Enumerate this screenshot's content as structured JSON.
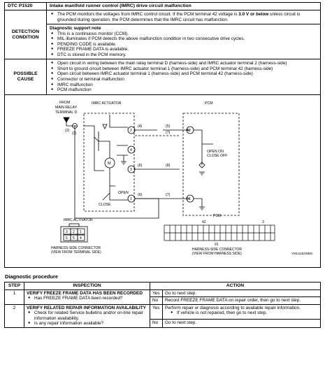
{
  "header": {
    "code": "DTC P1520",
    "title": "Intake manifold runner control (IMRC) drive circuit malfunction"
  },
  "detection": {
    "label_line1": "DETECTION",
    "label_line2": "CONDITION",
    "intro_part1": "The PCM monitors the voltages from IMRC control circuit. If the PCM terminal 42 voltage is ",
    "intro_bold": "3.0 V or below",
    "intro_part2": " unless circuit is grounded during operation, the PCM determines that the IMRC circuit has malfunction.",
    "support_title": "Diagnostic support note",
    "support_items": [
      "This is a continuous monitor (CCM).",
      "MIL illuminates if PCM detects the above malfunction condition in two consecutive drive cycles.",
      "PENDING CODE is available.",
      "FREEZE FRAME DATA is available.",
      "DTC is stored in the PCM memory."
    ]
  },
  "cause": {
    "label_line1": "POSSIBLE",
    "label_line2": "CAUSE",
    "items": [
      "Open circuit in wiring between the main relay terminal D (harness-side) and IMRC actuator terminal 2 (harness-side)",
      "Short to ground circuit between IMRC actuator terminal 1 (harness-side) and PCM terminal 42 (harness-side)",
      "Open circuit between IMRC actuator terminal 1 (harness-side) and PCM terminal 42 (harness-side)",
      "Connector or terminal malfunction",
      "IMRC malfunction",
      "PCM malfunction"
    ]
  },
  "diagram": {
    "from_relay": [
      "FROM",
      "MAIN RELAY",
      "TERMINAL D"
    ],
    "actuator_label": "IMRC ACTUATOR",
    "pcm_label": "PCM",
    "open": "OPEN",
    "close": "CLOSE",
    "open_close_off": [
      "OPEN ON",
      "CLOSE OFF"
    ],
    "m_label": "M",
    "pins_left": [
      "2",
      "4",
      "3",
      "1"
    ],
    "pins_right": [
      "42",
      "91"
    ],
    "wire_nums_left": [
      "(3)",
      "(4)",
      "(6)",
      "(6)"
    ],
    "wire_nums_right": [
      "(5)",
      "(7)",
      "(8)",
      "(7)",
      "(7)"
    ],
    "wire_mid": [
      "(2)",
      "(4)",
      "(8)"
    ],
    "connector_title": "IMRC ACTIVATOR",
    "connector_pins_top": [
      "3",
      "2",
      "1"
    ],
    "connector_pins_bottom": [
      "6",
      "5",
      "4"
    ],
    "connector_caption": [
      "HARNESS-SIDE CONNECTOR",
      "(VIEW FROM TERMINAL SIDE)"
    ],
    "pcm_conn_title": "PCM",
    "pcm_conn_labels": [
      "42",
      "3",
      "91"
    ],
    "pcm_caption": [
      "HARNESS-SIDE CONNECTOR",
      "(VIEW FROM HARNESS SIDE)"
    ],
    "fig_code": "YMU1152WBG"
  },
  "procedure": {
    "title": "Diagnostic procedure",
    "columns": [
      "STEP",
      "INSPECTION",
      "ACTION"
    ],
    "steps": [
      {
        "num": "1",
        "title": "VERIFY FREEZE FRAME DATA HAS BEEN RECORDED",
        "check": "Has FREEZE FRAME DATA been recorded?",
        "yes": "Yes",
        "yes_action": "Go to next step.",
        "no": "No",
        "no_action": "Record FREEZE FRAME DATA on repair order, then go to next step."
      },
      {
        "num": "2",
        "title": "VERIFY RELATED REPAIR INFORMATION AVAILABILITY",
        "checks": [
          "Check for related Service bulletins and/or on-line repair information availability.",
          "Is any repair information available?"
        ],
        "yes": "Yes",
        "yes_action": "Perform repair or diagnosis according to available repair information.",
        "yes_sub": "If vehicle is not repaired, then go to next step.",
        "no": "No",
        "no_action": "Go to next step."
      }
    ]
  }
}
